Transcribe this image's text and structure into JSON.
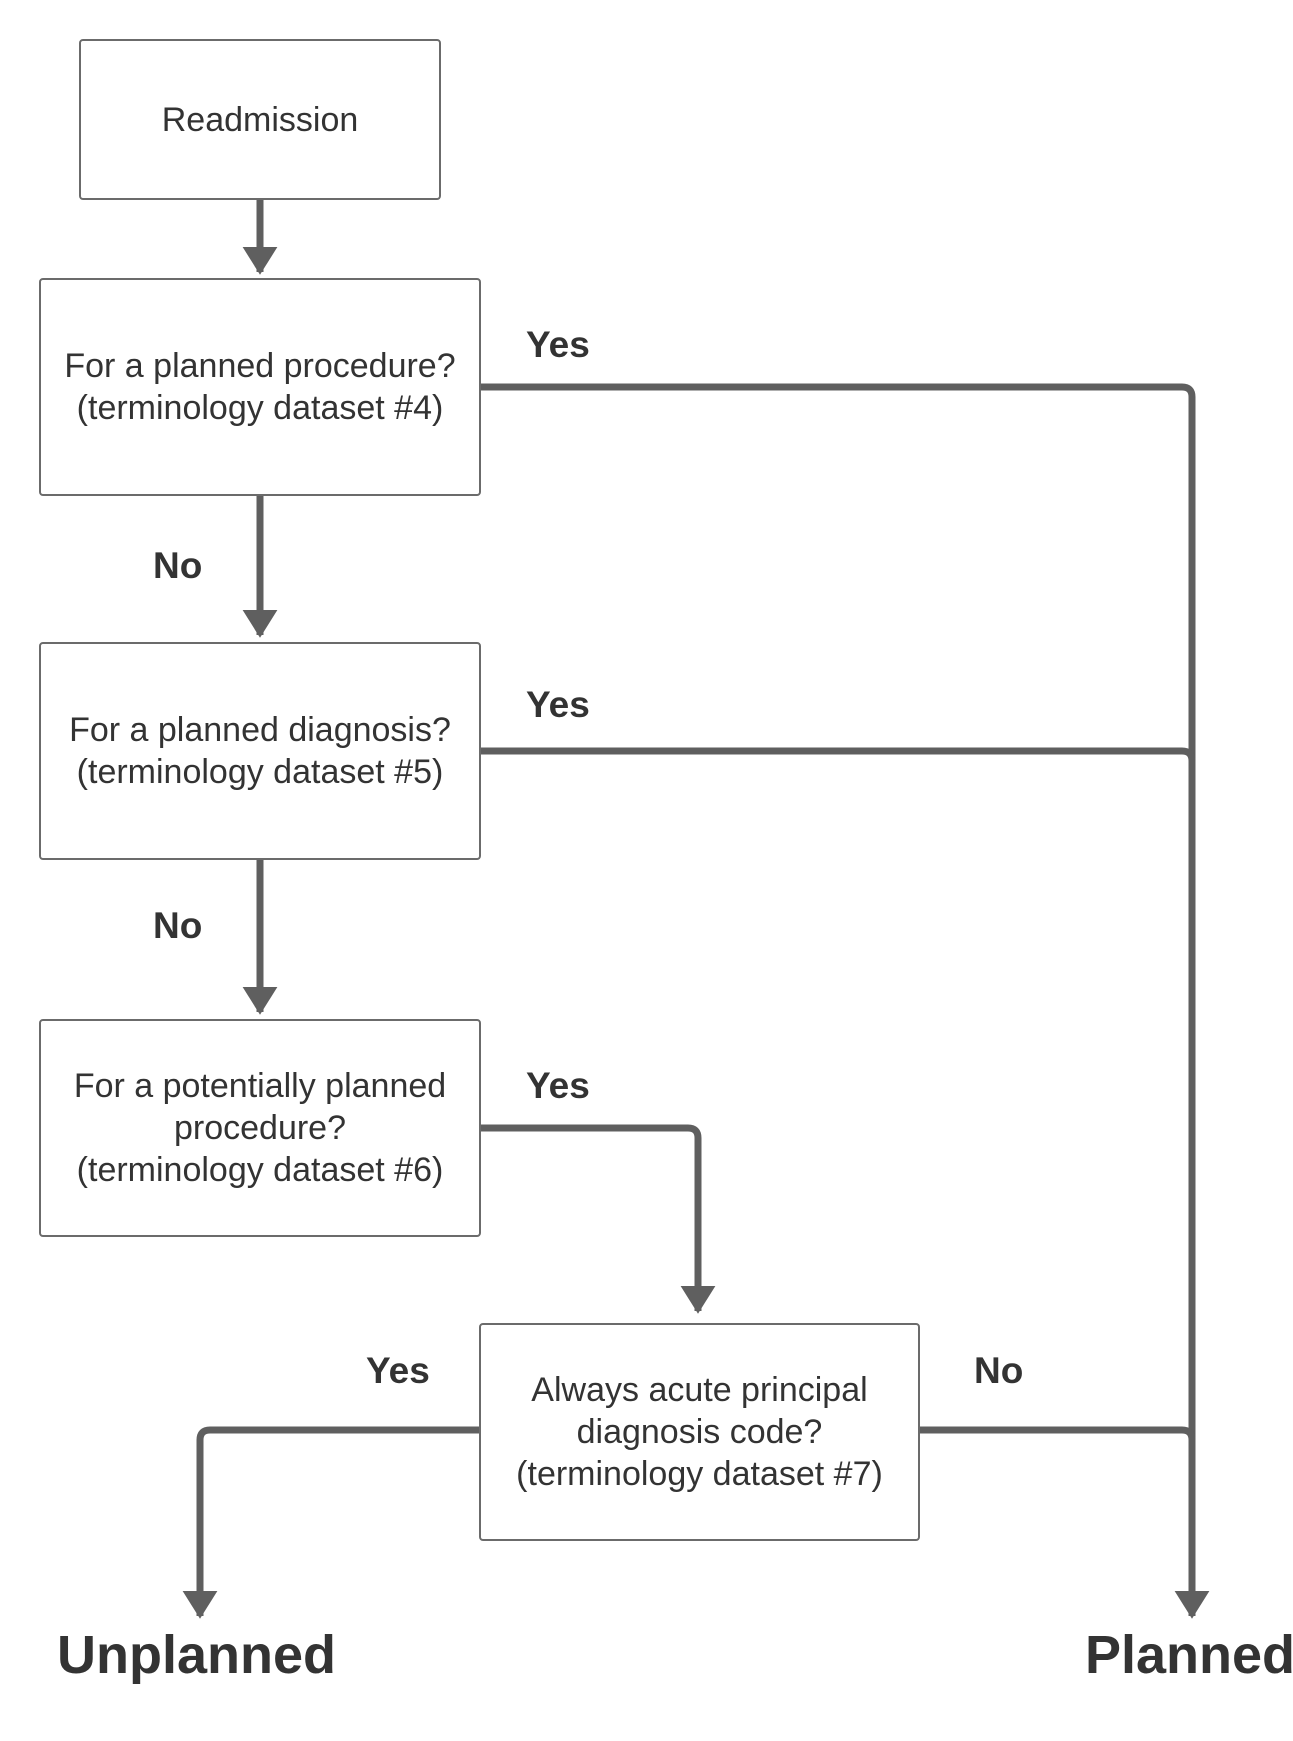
{
  "nodes": {
    "readmission": {
      "lines": [
        "Readmission"
      ]
    },
    "planned_procedure": {
      "lines": [
        "For a planned procedure?",
        "(terminology dataset #4)"
      ]
    },
    "planned_diagnosis": {
      "lines": [
        "For a planned diagnosis?",
        "(terminology dataset #5)"
      ]
    },
    "potentially_planned": {
      "lines": [
        "For a potentially planned",
        "procedure?",
        "(terminology dataset #6)"
      ]
    },
    "acute_principal": {
      "lines": [
        "Always acute principal",
        "diagnosis code?",
        "(terminology dataset #7)"
      ]
    }
  },
  "edge_labels": {
    "procedure_yes": "Yes",
    "procedure_no": "No",
    "diagnosis_yes": "Yes",
    "diagnosis_no": "No",
    "potential_yes": "Yes",
    "acute_yes": "Yes",
    "acute_no": "No"
  },
  "outcomes": {
    "unplanned": "Unplanned",
    "planned": "Planned"
  },
  "colors": {
    "connector": "#5f5f5f",
    "box_border": "#6b6b6b",
    "text": "#333333"
  }
}
